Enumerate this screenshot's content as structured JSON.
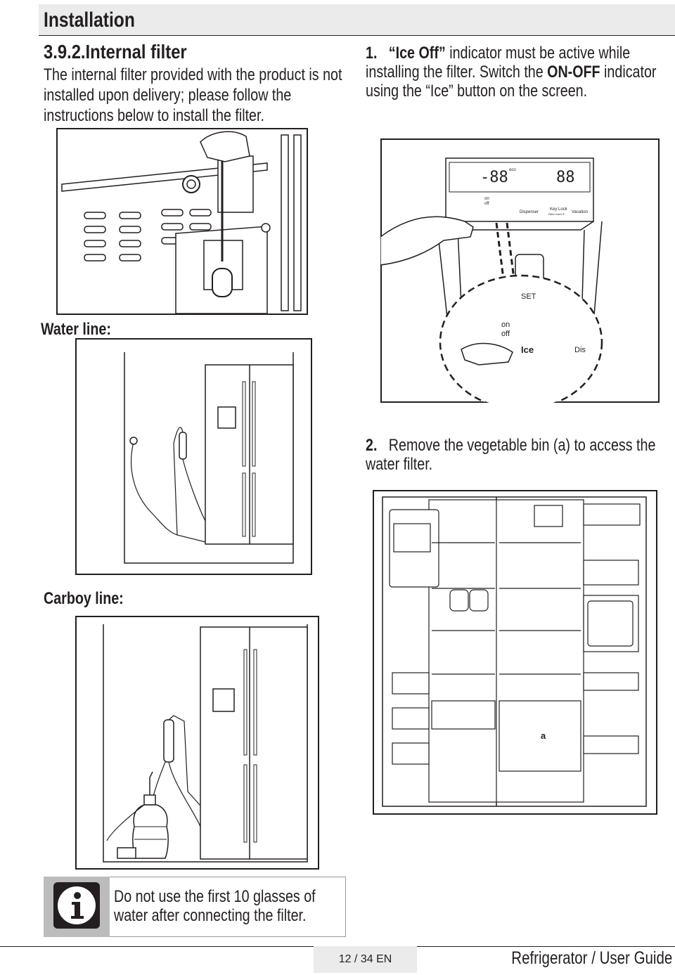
{
  "header": {
    "title": "Installation"
  },
  "section": {
    "title": "3.9.2.Internal filter",
    "intro": "The internal filter provided with the product is not installed upon delivery; please follow the instructions below to install the filter."
  },
  "steps": [
    {
      "number": "1.",
      "lead": "“Ice Off”",
      "text_a": " indicator must be active while installing the filter. Switch the ",
      "emph": "ON-OFF",
      "text_b": " indicator using the “Ice” button on the screen."
    },
    {
      "number": "2.",
      "text": "Remove the vegetable bin (a) to access the water filter."
    }
  ],
  "labels": {
    "water_line": "Water line:",
    "carboy_line": "Carboy line:"
  },
  "panel": {
    "display": "-88",
    "display2": "88",
    "eco": "eco",
    "on": "on",
    "off": "off",
    "dispenser": "Dispenser",
    "key_lock": "Key Lock",
    "filter_reset": "Filter reset 3\"",
    "vacation": "Vacation",
    "set": "SET",
    "ice": "Ice",
    "dis": "Dis"
  },
  "fridge_bin_label": "a",
  "note": {
    "text": "Do not use the first 10 glasses of water after connecting the filter."
  },
  "footer": {
    "page": "12 / 34  EN",
    "guide": "Refrigerator / User Guide"
  }
}
